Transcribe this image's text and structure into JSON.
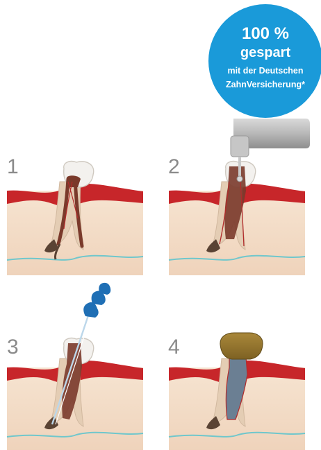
{
  "badge": {
    "percent": "100 %",
    "word": "gespart",
    "line1": "mit der Deutschen",
    "line2": "ZahnVersicherung*",
    "color": "#1a9ad9"
  },
  "steps": [
    {
      "number": "1"
    },
    {
      "number": "2"
    },
    {
      "number": "3"
    },
    {
      "number": "4"
    }
  ],
  "colors": {
    "gum": "#c7262a",
    "tissue": "#f2dcc6",
    "bone_line": "#6fc7cc",
    "dentin": "#e4cdb4",
    "enamel": "#f3f1ee",
    "pulp": "#7a3a2b",
    "drill": "#a9a9a9",
    "instrument": "#1f6fb5",
    "filling": "#6b7f93",
    "crown": "#9a7a2e"
  }
}
